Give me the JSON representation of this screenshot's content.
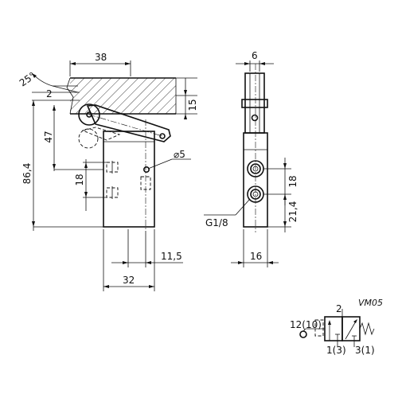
{
  "dimensions": {
    "width_38": "38",
    "angle_25": "25°",
    "offset_2": "2",
    "height_15": "15",
    "width_6": "6",
    "height_47": "47",
    "height_86_4": "86,4",
    "hole_d5": "⌀5",
    "spacing_18_front": "18",
    "width_11_5": "11,5",
    "width_32": "32",
    "spacing_18_side": "18",
    "height_21_4": "21,4",
    "thread_g18": "G1/8",
    "width_16": "16"
  },
  "symbol": {
    "model": "VM05",
    "port_2": "2",
    "port_12_10": "12(10)",
    "port_1_3": "1(3)",
    "port_3_1": "3(1)"
  }
}
